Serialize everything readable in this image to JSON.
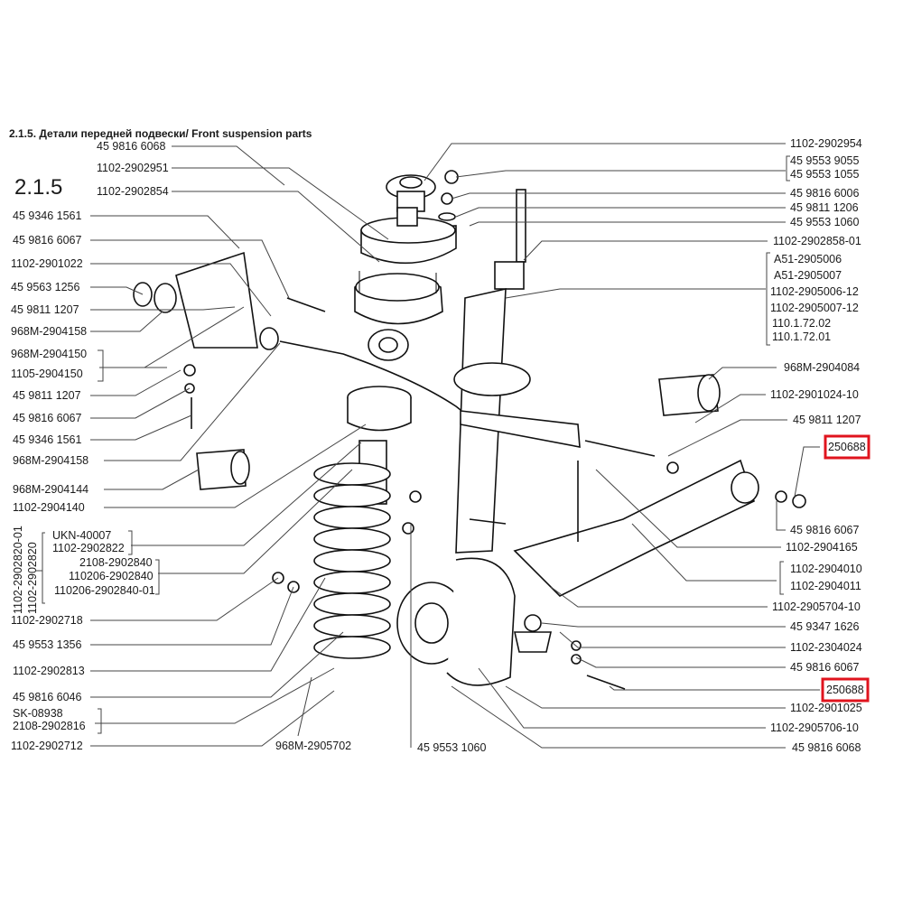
{
  "header": {
    "title": "2.1.5. Детали передней подвески/ Front suspension parts",
    "section_number": "2.1.5"
  },
  "highlight_color": "#e0141e",
  "left_labels": [
    "45 9816 6068",
    "1102-2902951",
    "1102-2902854",
    "45 9346 1561",
    "45 9816 6067",
    "1102-2901022",
    "45 9563 1256",
    "45 9811 1207",
    "968M-2904158",
    "968M-2904150",
    "1105-2904150",
    "45 9811 1207",
    "45 9816 6067",
    "45 9346 1561",
    "968M-2904158",
    "968M-2904144",
    "1102-2904140",
    "1102-2902718",
    "45 9553 1356",
    "1102-2902813",
    "45 9816 6046",
    "SK-08938",
    "2108-2902816",
    "1102-2902712"
  ],
  "spring_group": {
    "vertical_labels": [
      "1102-2902820-01",
      "1102-2902820"
    ],
    "group_a": [
      "UKN-40007",
      "1102-2902822"
    ],
    "group_b": [
      "2108-2902840",
      "110206-2902840",
      "110206-2902840-01"
    ]
  },
  "bottom_labels": [
    "968M-2905702",
    "45 9553 1060"
  ],
  "right_labels": [
    "1102-2902954",
    "45 9553 9055",
    "45 9553 1055",
    "45 9816 6006",
    "45 9811 1206",
    "45 9553 1060",
    "1102-2902858-01",
    "A51-2905006",
    "A51-2905007",
    "1102-2905006-12",
    "1102-2905007-12",
    "110.1.72.02",
    "110.1.72.01",
    "968M-2904084",
    "1102-2901024-10",
    "45 9811 1207",
    "250688",
    "45 9816 6067",
    "1102-2904165",
    "1102-2904010",
    "1102-2904011",
    "1102-2905704-10",
    "45 9347 1626",
    "1102-2304024",
    "45 9816 6067",
    "250688",
    "1102-2901025",
    "1102-2905706-10",
    "45 9816 6068"
  ],
  "highlighted_parts": [
    "250688",
    "250688"
  ]
}
